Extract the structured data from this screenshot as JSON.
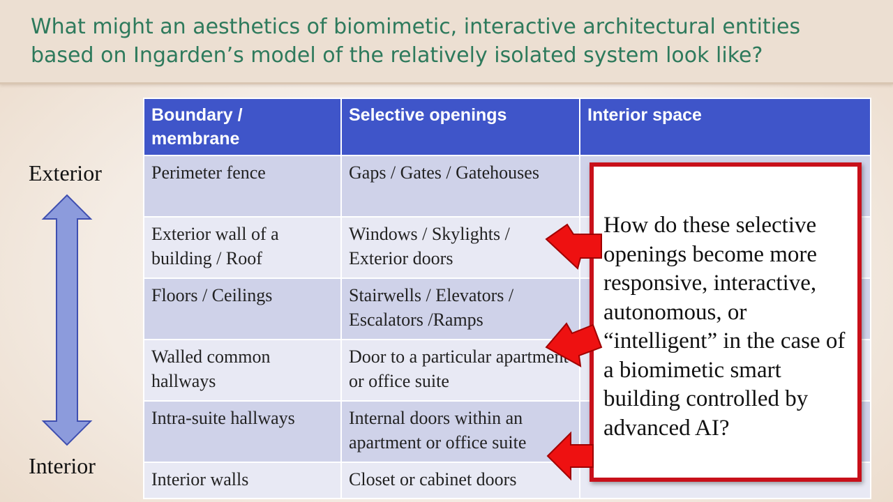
{
  "title": "What might an aesthetics of biomimetic, interactive architectural entities based on Ingarden’s model of the relatively isolated system look like?",
  "axis": {
    "top_label": "Exterior",
    "bottom_label": "Interior"
  },
  "table": {
    "headers": [
      "Boundary / membrane",
      "Selective openings",
      "Interior space"
    ],
    "rows": [
      [
        "Perimeter fence",
        "Gaps / Gates / Gatehouses",
        ""
      ],
      [
        "Exterior wall of a building / Roof",
        "Windows / Skylights / Exterior doors",
        ""
      ],
      [
        "Floors / Ceilings",
        "Stairwells / Elevators / Escalators /Ramps",
        ""
      ],
      [
        "Walled common hallways",
        "Door to a particular apartment or office suite",
        ""
      ],
      [
        "Intra-suite hallways",
        "Internal doors within an apartment or office suite",
        ""
      ],
      [
        "Interior walls",
        "Closet or cabinet doors",
        ""
      ]
    ]
  },
  "callout": "How do these selective openings become more responsive, interactive, autonomous, or “intelligent” in the case of a biomimetic smart building controlled by advanced AI?",
  "colors": {
    "title_text": "#2e7a5c",
    "header_bg": "#3f55c9",
    "row_odd": "#cfd2e9",
    "row_even": "#e8e9f4",
    "callout_border": "#c8101a",
    "arrow_red": "#ee1111",
    "axis_arrow_fill": "#8c9bdc",
    "axis_arrow_stroke": "#3f4fb0"
  }
}
